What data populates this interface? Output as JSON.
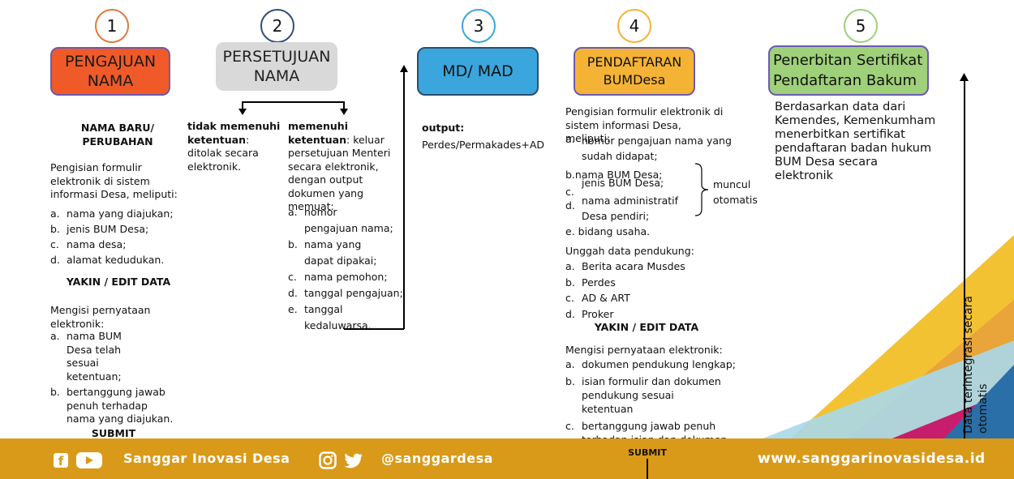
{
  "steps": [
    {
      "num": "1",
      "label": "PENGAJUAN NAMA"
    },
    {
      "num": "2",
      "label": "PERSETUJUAN NAMA"
    },
    {
      "num": "3",
      "label": "MD/ MAD"
    },
    {
      "num": "4",
      "label": "PENDAFTARAN BUMDesa"
    },
    {
      "num": "5",
      "label": "Penerbitan Sertifikat Pendaftaran Bakum"
    }
  ],
  "col1": {
    "heading": "NAMA BARU/ PERUBAHAN",
    "intro": "Pengisian formulir elektronik di sistem informasi Desa, meliputi:",
    "items": [
      {
        "m": "a.",
        "t": "nama yang diajukan;"
      },
      {
        "m": "b.",
        "t": "jenis BUM Desa;"
      },
      {
        "m": "c.",
        "t": "nama desa;"
      },
      {
        "m": "d.",
        "t": "alamat kedudukan."
      }
    ],
    "confirm_heading": "YAKIN / EDIT DATA",
    "statement_intro": "Mengisi pernyataan elektronik:",
    "statement_items": [
      {
        "m": "a.",
        "t": "nama BUM Desa telah sesuai ketentuan;"
      },
      {
        "m": "b.",
        "t": "bertanggung jawab penuh terhadap nama yang diajukan."
      }
    ],
    "submit": "SUBMIT"
  },
  "col2a": {
    "bold": "tidak memenuhi ketentuan",
    "rest": ": ditolak secara elektronik."
  },
  "col2b": {
    "bold": "memenuhi ketentuan",
    "rest": ": keluar persetujuan Menteri secara elektronik, dengan output dokumen yang memuat:",
    "items": [
      {
        "m": "a.",
        "t": "nomor pengajuan nama;"
      },
      {
        "m": "b.",
        "t": "nama yang dapat dipakai;"
      },
      {
        "m": "c.",
        "t": "nama pemohon;"
      },
      {
        "m": "d.",
        "t": "tanggal pengajuan;"
      },
      {
        "m": "e.",
        "t": "tanggal kedaluwarsa."
      }
    ]
  },
  "col3": {
    "label": "output:",
    "value": "Perdes/Permakades+AD"
  },
  "col4": {
    "intro": "Pengisian formulir elektronik di sistem informasi Desa, meliputi:",
    "item_a_m": "a.",
    "item_a": "nomor pengajuan nama yang sudah didapat;",
    "item_b": "b.nama BUM Desa;",
    "item_c_m": "c.",
    "item_c": "jenis BUM Desa;",
    "item_d_m": "d.",
    "item_d": "nama administratif Desa pendiri;",
    "auto_note": "muncul otomatis",
    "item_e": "e. bidang usaha.",
    "upload_intro": "Unggah data pendukung:",
    "upload_items": [
      {
        "m": "a.",
        "t": "Berita acara Musdes"
      },
      {
        "m": "b.",
        "t": "Perdes"
      },
      {
        "m": "c.",
        "t": "AD & ART"
      },
      {
        "m": "d.",
        "t": "Proker"
      }
    ],
    "confirm_heading": "YAKIN / EDIT DATA",
    "statement_intro": "Mengisi pernyataan elektronik:",
    "statement_items": [
      {
        "m": "a.",
        "t": "dokumen pendukung lengkap;"
      },
      {
        "m": "b.",
        "t": "isian formulir dan dokumen pendukung sesuai ketentuan"
      },
      {
        "m": "c.",
        "t": "bertanggung jawab penuh terhadap isian dan dokumen pendukung"
      }
    ],
    "submit": "SUBMIT"
  },
  "col5": {
    "text": "Berdasarkan data dari Kemendes, Kemenkumham menerbitkan sertifikat pendaftaran badan hukum BUM Desa secara elektronik"
  },
  "vertical_note": "Data terintegrasi secara otomatis",
  "footer": {
    "brand": "Sanggar Inovasi Desa",
    "handle": "@sanggardesa",
    "website": "www.sanggarinovasidesa.id"
  },
  "colors": {
    "step1_fill": "#f05a28",
    "step2_fill": "#d9d9d9",
    "step3_fill": "#3aa6dd",
    "step4_fill": "#f5b335",
    "step5_fill": "#9fd07a",
    "footer": "#d99a1a"
  }
}
